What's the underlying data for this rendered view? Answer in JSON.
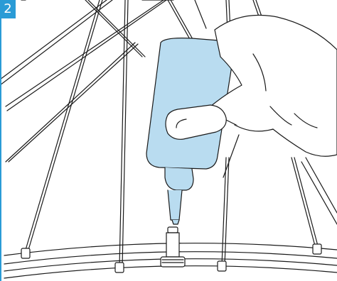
{
  "step": {
    "number": "2"
  },
  "colors": {
    "accent": "#2a9bd6",
    "bottle_fill": "#b9dcf0",
    "line": "#1a1a1a"
  },
  "illustration": {
    "icons": [
      "wheel-rim",
      "spokes",
      "presta-valve",
      "sealant-bottle",
      "hand"
    ]
  }
}
